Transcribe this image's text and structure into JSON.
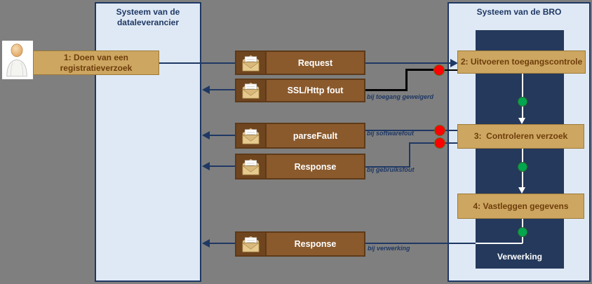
{
  "header": {
    "left_system_title": "Systeem van de dataleverancier",
    "right_system_title": "Systeem van de BRO"
  },
  "inner_lane": {
    "label": "Verwerking"
  },
  "steps": [
    {
      "label": "1: Doen van een registratieverzoek"
    },
    {
      "label": "2: Uitvoeren toegangscontrole"
    },
    {
      "label": "3:  Controleren verzoek"
    },
    {
      "label": "4: Vastleggen gegevens"
    }
  ],
  "messages": [
    {
      "label": "Request",
      "condition": ""
    },
    {
      "label": "SSL/Http fout",
      "condition": "bij toegang geweigerd"
    },
    {
      "label": "parseFault",
      "condition": "bij softwarefout"
    },
    {
      "label": "Response",
      "condition": "bij gebruiksfout"
    },
    {
      "label": "Response",
      "condition": "bij verwerking"
    }
  ],
  "icons": {
    "actor": "person-icon",
    "message": "envelope-icon",
    "error_marker": "red-dot",
    "ok_marker": "green-dot"
  },
  "colors": {
    "background": "#7f7f7f",
    "system_fill": "#dfe9f5",
    "navy": "#1f3864",
    "inner_lane_fill": "#24395b",
    "step_fill": "#cda661",
    "step_text": "#6e3e0b",
    "message_fill": "#8a5a2d",
    "message_icon_fill": "#6f451f",
    "status_red": "#fe0000",
    "status_green": "#00a650",
    "error_path": "#000000"
  }
}
